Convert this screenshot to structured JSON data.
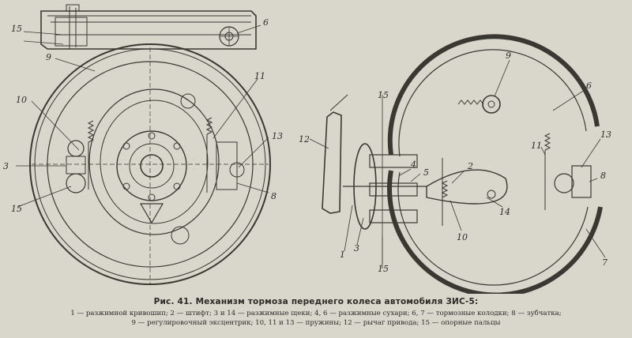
{
  "figure": {
    "labels": {
      "left": {
        "l15_top": "15",
        "l6_top": "6",
        "l9": "9",
        "l10": "10",
        "l11": "11",
        "l13": "13",
        "l3": "3",
        "l8": "8",
        "l15_bottom": "15"
      },
      "right": {
        "l9": "9",
        "l6": "6",
        "l15_top": "15",
        "l12": "12",
        "l11": "11",
        "l13": "13",
        "l8": "8",
        "l4": "4",
        "l5": "5",
        "l2": "2",
        "l10": "10",
        "l14": "14",
        "l1": "1",
        "l3": "3",
        "l15_bottom": "15",
        "l7": "7"
      }
    },
    "caption": {
      "title": "Рис. 41. Механизм тормоза переднего колеса автомобиля ЗИС-5:",
      "legend_line1": "1 — разжимной кривошип; 2 — штифт; 3 и 14 — разжимные щеки; 4, 6 — разжимные сухари; 6, 7 — тормозные колодки; 8 — зубчатка;",
      "legend_line2": "9 — регулировочный эксцентрик; 10, 11 и 13 — пружины; 12 — рычаг привода; 15 — опорные пальцы"
    }
  }
}
